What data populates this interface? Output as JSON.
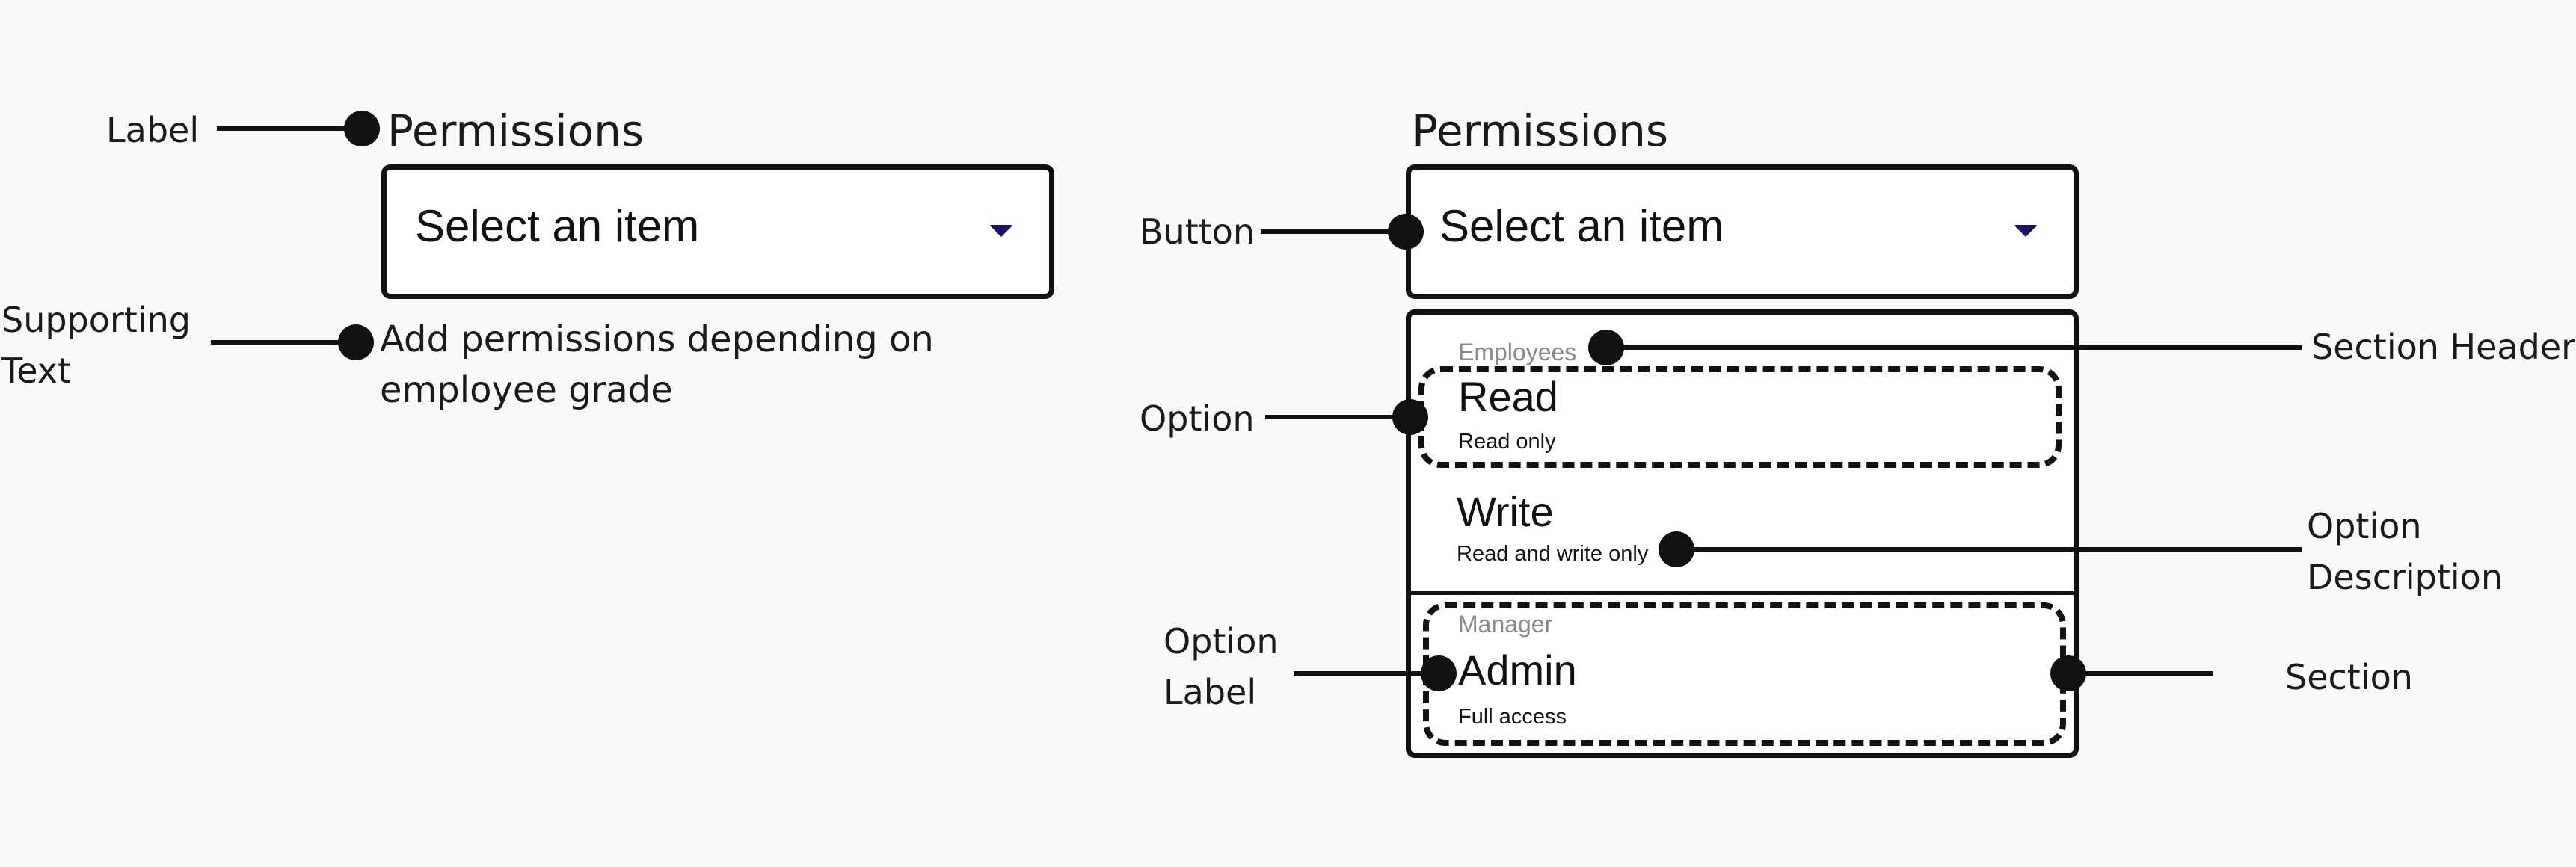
{
  "left_example": {
    "label": "Permissions",
    "button_text": "Select an item",
    "supporting_text_line1": "Add permissions depending on",
    "supporting_text_line2": "employee grade"
  },
  "right_example": {
    "label": "Permissions",
    "button_text": "Select an item",
    "sections": [
      {
        "header": "Employees",
        "options": [
          {
            "label": "Read",
            "description": "Read only"
          },
          {
            "label": "Write",
            "description": "Read and write only"
          }
        ]
      },
      {
        "header": "Manager",
        "options": [
          {
            "label": "Admin",
            "description": "Full access"
          }
        ]
      }
    ]
  },
  "annotations": {
    "label": "Label",
    "supporting_text_line1": "Supporting",
    "supporting_text_line2": "Text",
    "button": "Button",
    "option": "Option",
    "option_label_line1": "Option",
    "option_label_line2": "Label",
    "section_header": "Section Header",
    "option_description_line1": "Option",
    "option_description_line2": "Description",
    "section": "Section"
  },
  "colors": {
    "background": "#f8f9fb",
    "ink": "#111111",
    "caret": "#1a1460",
    "section_header": "#8a8a8a"
  }
}
